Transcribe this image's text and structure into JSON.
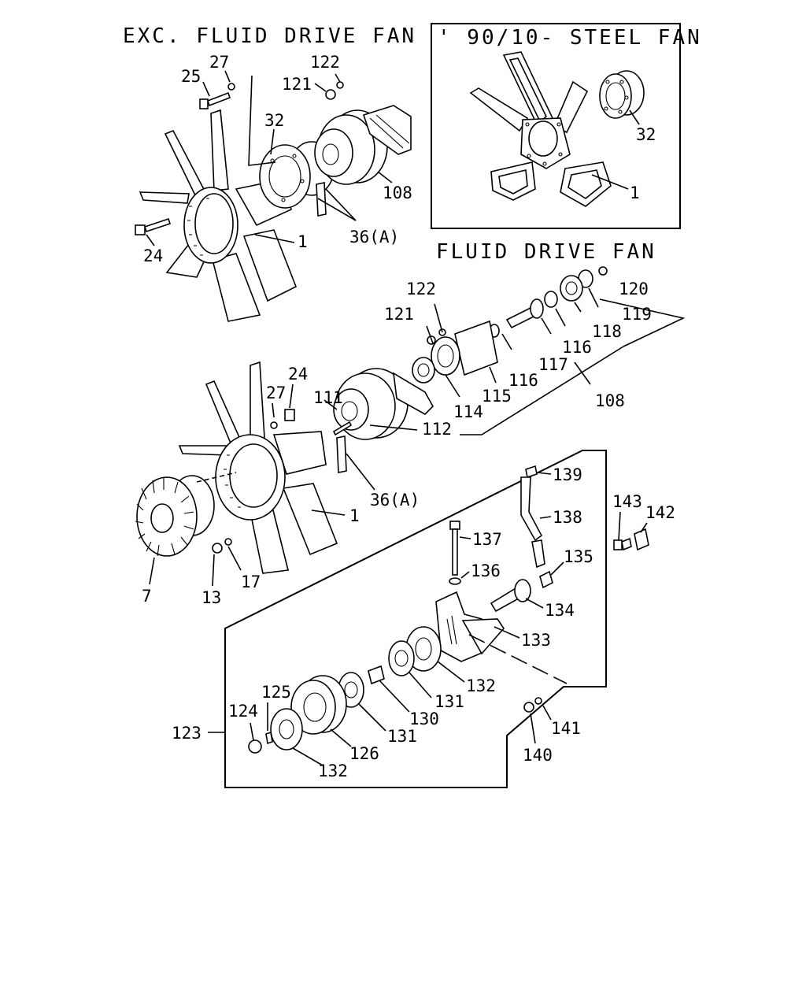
{
  "titles": {
    "exc_fluid": "EXC. FLUID DRIVE FAN",
    "steel_fan": "' 90/10- STEEL FAN",
    "fluid_drive": "FLUID DRIVE FAN"
  },
  "labels": {
    "p25": "25",
    "p27a": "27",
    "p122a": "122",
    "p121a": "121",
    "p32a": "32",
    "p108a": "108",
    "p36a": "36(A)",
    "p1a": "1",
    "p24a": "24",
    "p32b": "32",
    "p1b": "1",
    "p122b": "122",
    "p121b": "121",
    "p120": "120",
    "p119": "119",
    "p118": "118",
    "p116a": "116",
    "p117": "117",
    "p116b": "116",
    "p115": "115",
    "p114": "114",
    "p108b": "108",
    "p24b": "24",
    "p27b": "27",
    "p111": "111",
    "p112": "112",
    "p36b": "36(A)",
    "p1c": "1",
    "p7": "7",
    "p13": "13",
    "p17": "17",
    "p139": "139",
    "p138": "138",
    "p137": "137",
    "p136": "136",
    "p135": "135",
    "p134": "134",
    "p133": "133",
    "p132a": "132",
    "p131a": "131",
    "p130": "130",
    "p131b": "131",
    "p126": "126",
    "p132b": "132",
    "p125": "125",
    "p124": "124",
    "p123": "123",
    "p143": "143",
    "p142": "142",
    "p141": "141",
    "p140": "140"
  }
}
